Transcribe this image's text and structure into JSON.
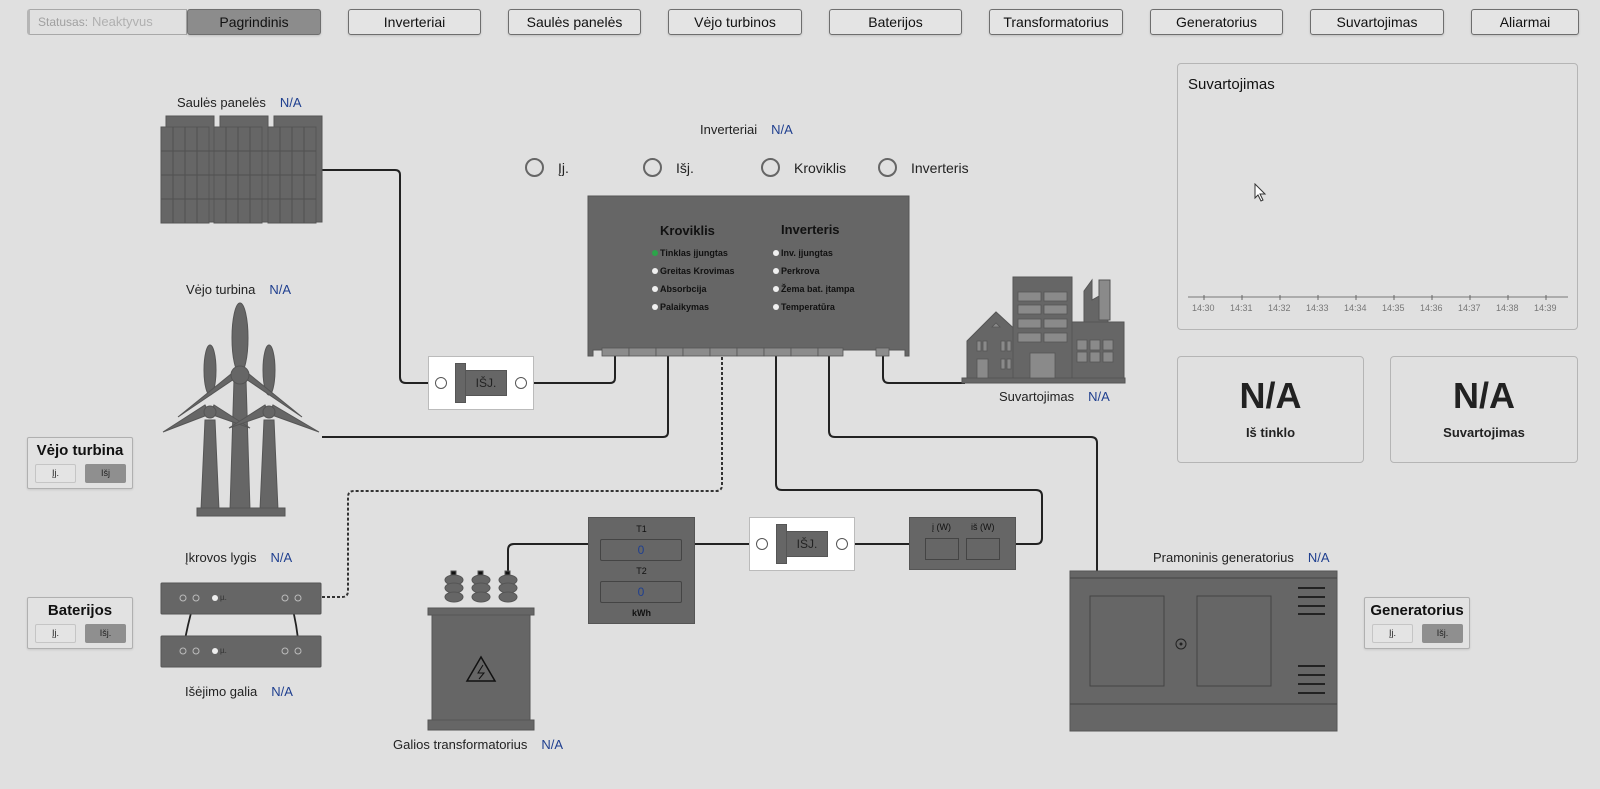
{
  "nav": {
    "status_label": "Statusas:",
    "status_value": "Neaktyvus",
    "tabs": [
      {
        "label": "Pagrindinis",
        "active": true
      },
      {
        "label": "Inverteriai",
        "active": false
      },
      {
        "label": "Saulės panelės",
        "active": false
      },
      {
        "label": "Vėjo turbinos",
        "active": false
      },
      {
        "label": "Baterijos",
        "active": false
      },
      {
        "label": "Transformatorius",
        "active": false
      },
      {
        "label": "Generatorius",
        "active": false
      },
      {
        "label": "Suvartojimas",
        "active": false
      },
      {
        "label": "Aliarmai",
        "active": false
      }
    ]
  },
  "solar": {
    "label": "Saulės panelės",
    "value": "N/A"
  },
  "wind": {
    "label": "Vėjo turbina",
    "value": "N/A"
  },
  "inverters": {
    "label": "Inverteriai",
    "value": "N/A",
    "modes": [
      "Įj.",
      "Išj.",
      "Kroviklis",
      "Inverteris"
    ],
    "charger_title": "Kroviklis",
    "inverter_title": "Inverteris",
    "charger_leds": [
      {
        "label": "Tinklas įjungtas",
        "on": true
      },
      {
        "label": "Greitas Krovimas",
        "on": false
      },
      {
        "label": "Absorbcija",
        "on": false
      },
      {
        "label": "Palaikymas",
        "on": false
      }
    ],
    "inverter_leds": [
      {
        "label": "Inv. įjungtas",
        "on": false
      },
      {
        "label": "Perkrova",
        "on": false
      },
      {
        "label": "Žema bat. įtampa",
        "on": false
      },
      {
        "label": "Temperatūra",
        "on": false
      }
    ],
    "led_on_color": "#2ca44a"
  },
  "switch_top": {
    "label": "IŠJ."
  },
  "switch_bottom": {
    "label": "IŠJ."
  },
  "consumption": {
    "label": "Suvartojimas",
    "value": "N/A"
  },
  "battery": {
    "charge_label": "Įkrovos lygis",
    "charge_value": "N/A",
    "output_label": "Išėjimo galia",
    "output_value": "N/A",
    "unit_label": "µ."
  },
  "transformer": {
    "label": "Galios transformatorius",
    "value": "N/A"
  },
  "meter": {
    "t1_label": "T1",
    "t1_value": "0",
    "t2_label": "T2",
    "t2_value": "0",
    "unit": "kWh"
  },
  "power_meter": {
    "in_label": "į (W)",
    "out_label": "iš (W)",
    "in_value": "",
    "out_value": ""
  },
  "generator": {
    "label": "Pramoninis generatorius",
    "value": "N/A"
  },
  "controls": {
    "wind": {
      "title": "Vėjo turbina",
      "on_label": "Įj.",
      "off_label": "Išj"
    },
    "battery": {
      "title": "Baterijos",
      "on_label": "Įj.",
      "off_label": "Išj."
    },
    "generator": {
      "title": "Generatorius",
      "on_label": "Įj.",
      "off_label": "Išj."
    }
  },
  "chart_panel": {
    "title": "Suvartojimas",
    "chart_data": {
      "type": "line",
      "title": "Suvartojimas",
      "x": [
        "14:30",
        "14:31",
        "14:32",
        "14:33",
        "14:34",
        "14:35",
        "14:36",
        "14:37",
        "14:38",
        "14:39"
      ],
      "series": [],
      "xlabel": "",
      "ylabel": "",
      "grid": false
    }
  },
  "stats": [
    {
      "value": "N/A",
      "caption": "Iš tinklo"
    },
    {
      "value": "N/A",
      "caption": "Suvartojimas"
    }
  ]
}
